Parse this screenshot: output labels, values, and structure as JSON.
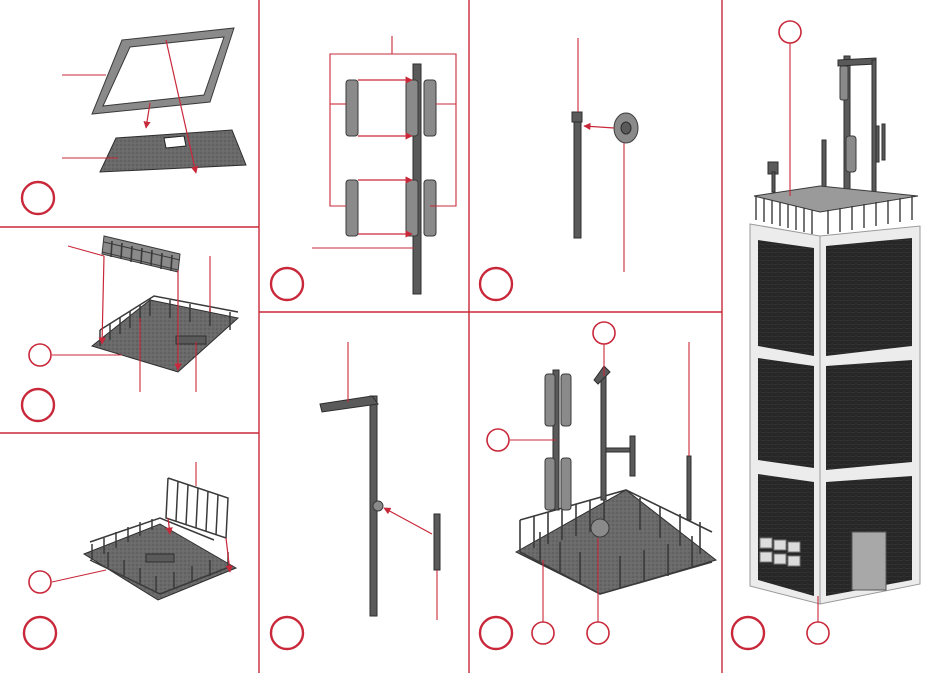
{
  "sheet": {
    "accent_color": "#c9283a",
    "part_color": "#5a5a5a",
    "building_wall_color": "#2b2b2b",
    "building_frame_color": "#ececec"
  },
  "steps": [
    {
      "id": "roof-frame",
      "label": ""
    },
    {
      "id": "railing-assembly",
      "label": ""
    },
    {
      "id": "railing-complete",
      "label": ""
    },
    {
      "id": "antenna-mast",
      "label": ""
    },
    {
      "id": "dish-pole",
      "label": ""
    },
    {
      "id": "lamp-pole",
      "label": ""
    },
    {
      "id": "roof-antennas",
      "label": ""
    },
    {
      "id": "tower-final",
      "label": ""
    }
  ]
}
